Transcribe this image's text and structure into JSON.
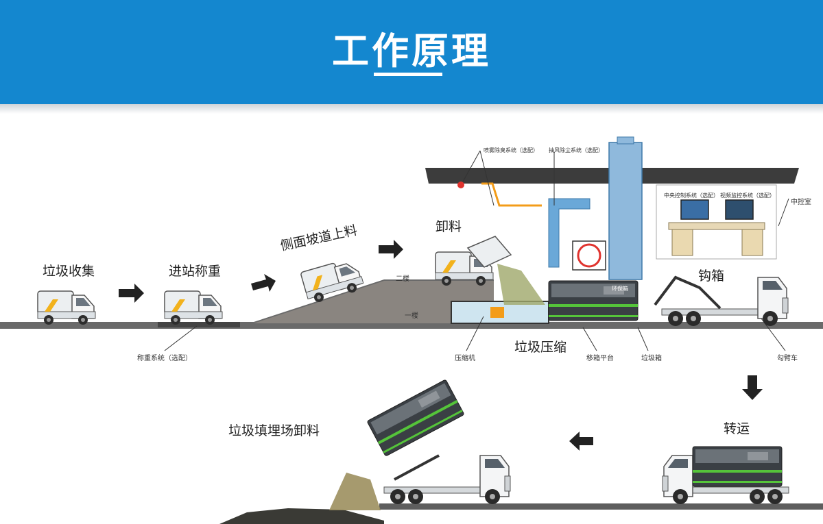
{
  "header": {
    "title": "工作原理"
  },
  "steps": {
    "collection": "垃圾收集",
    "weighing": "进站称重",
    "ramp": "侧面坡道上料",
    "unload": "卸料",
    "hook": "钩箱",
    "compress": "垃圾压缩",
    "transfer": "转运",
    "landfill": "垃圾填埋场卸料"
  },
  "callouts": {
    "weigh_system": "称重系统（选配）",
    "compactor": "压缩机",
    "shift_platform": "移箱平台",
    "garbage_box": "垃圾箱",
    "hook_truck": "勾臂车",
    "control_room": "中控室",
    "level2": "二楼",
    "level1": "一楼",
    "spray_system": "喷雾除臭系统（选配）",
    "dust_system": "抽风除尘系统（选配）",
    "monitor1": "中央控制系统（选配）",
    "monitor2": "视频监控系统（选配）",
    "box_brand": "环保箱"
  },
  "colors": {
    "banner": "#1487cf",
    "accent_green": "#55c43a",
    "duct_blue": "#6aa8d8",
    "ground": "#5e5e5e"
  }
}
